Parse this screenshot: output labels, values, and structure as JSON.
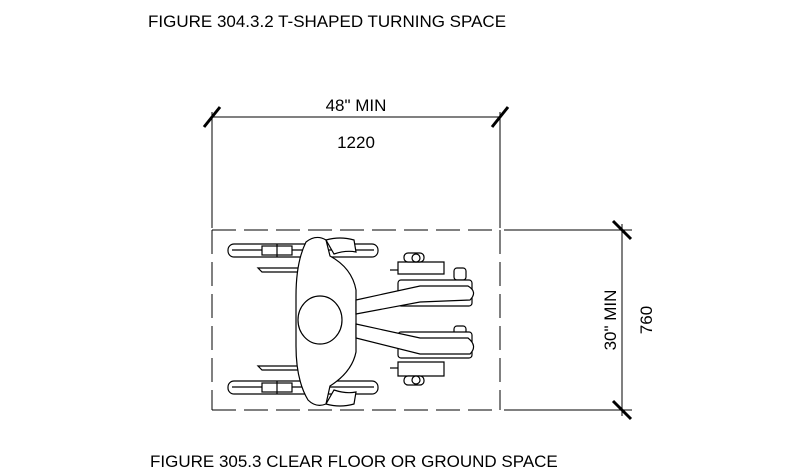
{
  "figures": {
    "top_caption": "FIGURE 304.3.2 T-SHAPED TURNING SPACE",
    "bottom_caption": "FIGURE 305.3 CLEAR FLOOR OR GROUND SPACE"
  },
  "dimensions": {
    "width_imperial": "48\" MIN",
    "width_metric": "1220",
    "depth_imperial": "30\" MIN",
    "depth_metric": "760"
  }
}
